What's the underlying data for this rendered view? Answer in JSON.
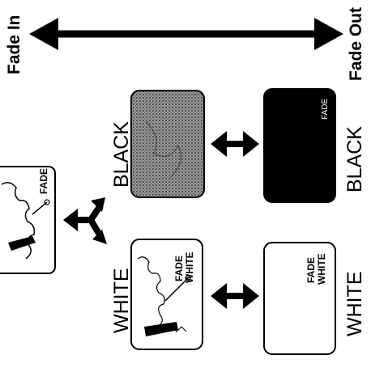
{
  "diagram": {
    "header_left": "Fade In",
    "header_right": "Fade Out",
    "row_black_label": "BLACK",
    "row_white_label": "WHITE",
    "row_black_label_right": "BLACK",
    "row_white_label_right": "WHITE",
    "source_card_text": "FADE",
    "black_fade_text": "FADE",
    "white_card_line1": "FADE",
    "white_card_line2": "WHITE",
    "white_plain_line1": "FADE",
    "white_plain_line2": "WHITE"
  },
  "colors": {
    "ink": "#000000",
    "paper": "#ffffff",
    "halftone": "#7a7a7a"
  }
}
